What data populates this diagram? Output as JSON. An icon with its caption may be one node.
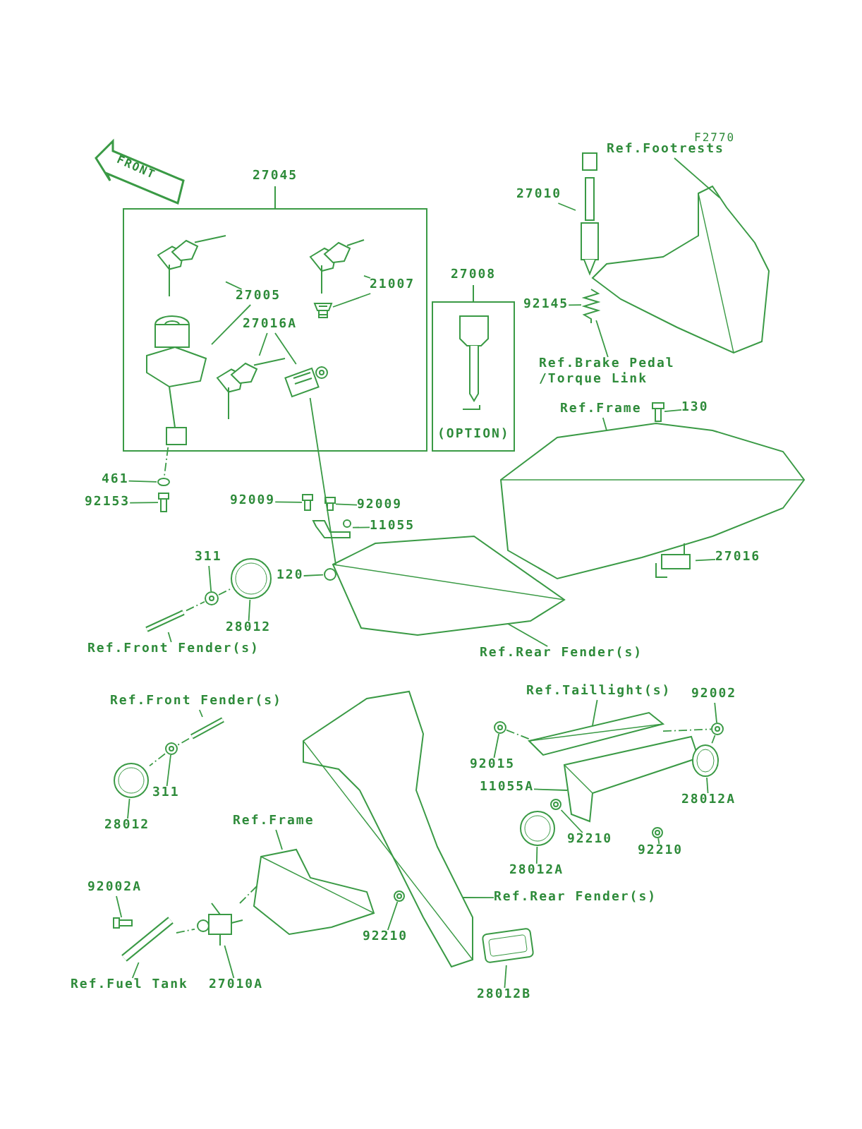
{
  "diagram": {
    "nodes": [
      {
        "text": [
          "FRONT"
        ]
      },
      {
        "text": [
          "27045"
        ]
      },
      {
        "text": [
          "27005"
        ],
        "in": 1
      },
      {
        "text": [],
        "shape": "picture",
        "in": 1
      },
      {
        "text": [],
        "shape": "picture",
        "in": 1
      },
      {
        "text": [
          "21007"
        ],
        "in": 1
      },
      {
        "text": [],
        "shape": "picture",
        "in": 1
      },
      {
        "text": [],
        "shape": "picture",
        "in": 1
      },
      {
        "text": [
          "27016A"
        ],
        "in": 1
      },
      {
        "text": [],
        "shape": "picture",
        "in": 1
      },
      {
        "text": [],
        "shape": "picture",
        "in": 1
      },
      {
        "text": [
          "461"
        ]
      },
      {
        "text": [],
        "shape": "circle"
      },
      {
        "text": [
          "92153"
        ]
      },
      {
        "text": [],
        "shape": "picture"
      },
      {
        "text": [
          "27008",
          "(OPTION)"
        ]
      },
      {
        "text": [
          "27010"
        ]
      },
      {
        "text": [],
        "shape": "picture"
      },
      {
        "text": [
          "Ref.Footrests"
        ]
      },
      {
        "text": [],
        "shape": "picture"
      },
      {
        "text": [
          "92145"
        ]
      },
      {
        "text": [],
        "shape": "picture"
      },
      {
        "text": [
          "Ref.Brake Pedal /Torque Link"
        ]
      },
      {
        "text": [
          "Ref.Frame"
        ]
      },
      {
        "text": [],
        "shape": "picture"
      },
      {
        "text": [
          "130"
        ]
      },
      {
        "text": [],
        "shape": "picture"
      },
      {
        "text": [
          "27016"
        ]
      },
      {
        "text": [],
        "shape": "picture"
      },
      {
        "text": [
          "92009"
        ]
      },
      {
        "text": [],
        "shape": "picture"
      },
      {
        "text": [
          "92009"
        ]
      },
      {
        "text": [],
        "shape": "picture"
      },
      {
        "text": [
          "11055"
        ]
      },
      {
        "text": [],
        "shape": "picture"
      },
      {
        "text": [
          "120"
        ]
      },
      {
        "text": [],
        "shape": "circle"
      },
      {
        "text": [
          "311"
        ]
      },
      {
        "text": [],
        "shape": "picture"
      },
      {
        "text": [
          "28012"
        ]
      },
      {
        "text": [],
        "shape": "circle"
      },
      {
        "text": [
          "Ref.Front Fender(s)"
        ]
      },
      {
        "text": [],
        "shape": "picture"
      },
      {
        "text": [
          "Ref.Rear Fender(s)"
        ]
      },
      {
        "text": [],
        "shape": "picture"
      },
      {
        "text": [
          "Ref.Front Fender(s)"
        ]
      },
      {
        "text": [],
        "shape": "picture"
      },
      {
        "text": [
          "311"
        ]
      },
      {
        "text": [],
        "shape": "picture"
      },
      {
        "text": [
          "28012"
        ]
      },
      {
        "text": [],
        "shape": "circle"
      },
      {
        "text": [
          "Ref.Frame"
        ]
      },
      {
        "text": [],
        "shape": "picture"
      },
      {
        "text": [
          "92002A"
        ]
      },
      {
        "text": [],
        "shape": "picture"
      },
      {
        "text": [
          "Ref.Fuel Tank"
        ]
      },
      {
        "text": [],
        "shape": "picture"
      },
      {
        "text": [
          "27010A"
        ]
      },
      {
        "text": [],
        "shape": "picture"
      },
      {
        "text": [
          "92210"
        ]
      },
      {
        "text": [],
        "shape": "picture"
      },
      {
        "text": [
          "Ref.Taillight(s)"
        ]
      },
      {
        "text": [],
        "shape": "picture"
      },
      {
        "text": [
          "92002"
        ]
      },
      {
        "text": [],
        "shape": "picture"
      },
      {
        "text": [
          "92015"
        ]
      },
      {
        "text": [],
        "shape": "picture"
      },
      {
        "text": [
          "11055A"
        ]
      },
      {
        "text": [],
        "shape": "picture"
      },
      {
        "text": [
          "92210"
        ]
      },
      {
        "text": [],
        "shape": "picture"
      },
      {
        "text": [
          "92210"
        ]
      },
      {
        "text": [],
        "shape": "picture"
      },
      {
        "text": [
          "28012A"
        ]
      },
      {
        "text": [],
        "shape": "circle"
      },
      {
        "text": [
          "28012A"
        ]
      },
      {
        "text": [],
        "shape": "circle"
      },
      {
        "text": [
          "Ref.Rear Fender(s)"
        ]
      },
      {
        "text": [],
        "shape": "picture"
      },
      {
        "text": [
          "28012B"
        ]
      },
      {
        "text": [],
        "shape": "box"
      }
    ],
    "edges": [
      {
        "from": 2,
        "to": 3,
        "arrow": "none"
      },
      {
        "from": 2,
        "to": 4,
        "arrow": "none"
      },
      {
        "from": 5,
        "to": 6,
        "arrow": "none"
      },
      {
        "from": 5,
        "to": 7,
        "arrow": "none"
      },
      {
        "from": 8,
        "to": 9,
        "arrow": "none"
      },
      {
        "from": 8,
        "to": 10,
        "arrow": "none"
      },
      {
        "from": 11,
        "to": 12,
        "arrow": "none"
      },
      {
        "from": 13,
        "to": 14,
        "arrow": "none"
      },
      {
        "from": 16,
        "to": 17,
        "arrow": "none"
      },
      {
        "from": 18,
        "to": 19,
        "arrow": "none"
      },
      {
        "from": 20,
        "to": 21,
        "arrow": "none"
      },
      {
        "from": 22,
        "to": 21,
        "arrow": "none"
      },
      {
        "from": 23,
        "to": 24,
        "arrow": "none"
      },
      {
        "from": 25,
        "to": 26,
        "arrow": "none"
      },
      {
        "from": 27,
        "to": 28,
        "arrow": "none"
      },
      {
        "from": 29,
        "to": 30,
        "arrow": "none"
      },
      {
        "from": 31,
        "to": 32,
        "arrow": "none"
      },
      {
        "from": 33,
        "to": 34,
        "arrow": "none"
      },
      {
        "from": 35,
        "to": 36,
        "arrow": "none"
      },
      {
        "from": 37,
        "to": 38,
        "arrow": "none"
      },
      {
        "from": 39,
        "to": 40,
        "arrow": "none"
      },
      {
        "from": 41,
        "to": 42,
        "arrow": "none"
      },
      {
        "from": 43,
        "to": 44,
        "arrow": "none"
      },
      {
        "from": 45,
        "to": 46,
        "arrow": "none"
      },
      {
        "from": 47,
        "to": 48,
        "arrow": "none"
      },
      {
        "from": 49,
        "to": 50,
        "arrow": "none"
      },
      {
        "from": 51,
        "to": 52,
        "arrow": "none"
      },
      {
        "from": 53,
        "to": 54,
        "arrow": "none"
      },
      {
        "from": 55,
        "to": 56,
        "arrow": "none"
      },
      {
        "from": 57,
        "to": 58,
        "arrow": "none"
      },
      {
        "from": 59,
        "to": 60,
        "arrow": "none"
      },
      {
        "from": 61,
        "to": 62,
        "arrow": "none"
      },
      {
        "from": 63,
        "to": 64,
        "arrow": "none"
      },
      {
        "from": 65,
        "to": 66,
        "arrow": "none"
      },
      {
        "from": 67,
        "to": 68,
        "arrow": "none"
      },
      {
        "from": 69,
        "to": 70,
        "arrow": "none"
      },
      {
        "from": 71,
        "to": 72,
        "arrow": "none"
      },
      {
        "from": 73,
        "to": 74,
        "arrow": "none"
      },
      {
        "from": 75,
        "to": 76,
        "arrow": "none"
      },
      {
        "from": 77,
        "to": 78,
        "arrow": "none"
      },
      {
        "from": 79,
        "to": 80,
        "arrow": "none"
      },
      {
        "from": 4,
        "to": 12,
        "arrow": "none",
        "style": "dashed"
      },
      {
        "from": 42,
        "to": 38,
        "arrow": "none",
        "style": "dashed"
      },
      {
        "from": 38,
        "to": 40,
        "arrow": "none",
        "style": "dashed"
      },
      {
        "from": 46,
        "to": 48,
        "arrow": "none",
        "style": "dashed"
      },
      {
        "from": 48,
        "to": 50,
        "arrow": "none",
        "style": "dashed"
      },
      {
        "from": 56,
        "to": 58,
        "arrow": "none",
        "style": "dashed"
      },
      {
        "from": 58,
        "to": 52,
        "arrow": "none",
        "style": "dashed"
      },
      {
        "from": 66,
        "to": 62,
        "arrow": "none",
        "style": "dashed"
      },
      {
        "from": 62,
        "to": 64,
        "arrow": "none",
        "style": "dashed"
      },
      {
        "from": 64,
        "to": 74,
        "arrow": "none",
        "style": "dashed"
      },
      {
        "from": 10,
        "to": 44,
        "arrow": "none"
      }
    ],
    "labels": [
      "F2770"
    ]
  }
}
